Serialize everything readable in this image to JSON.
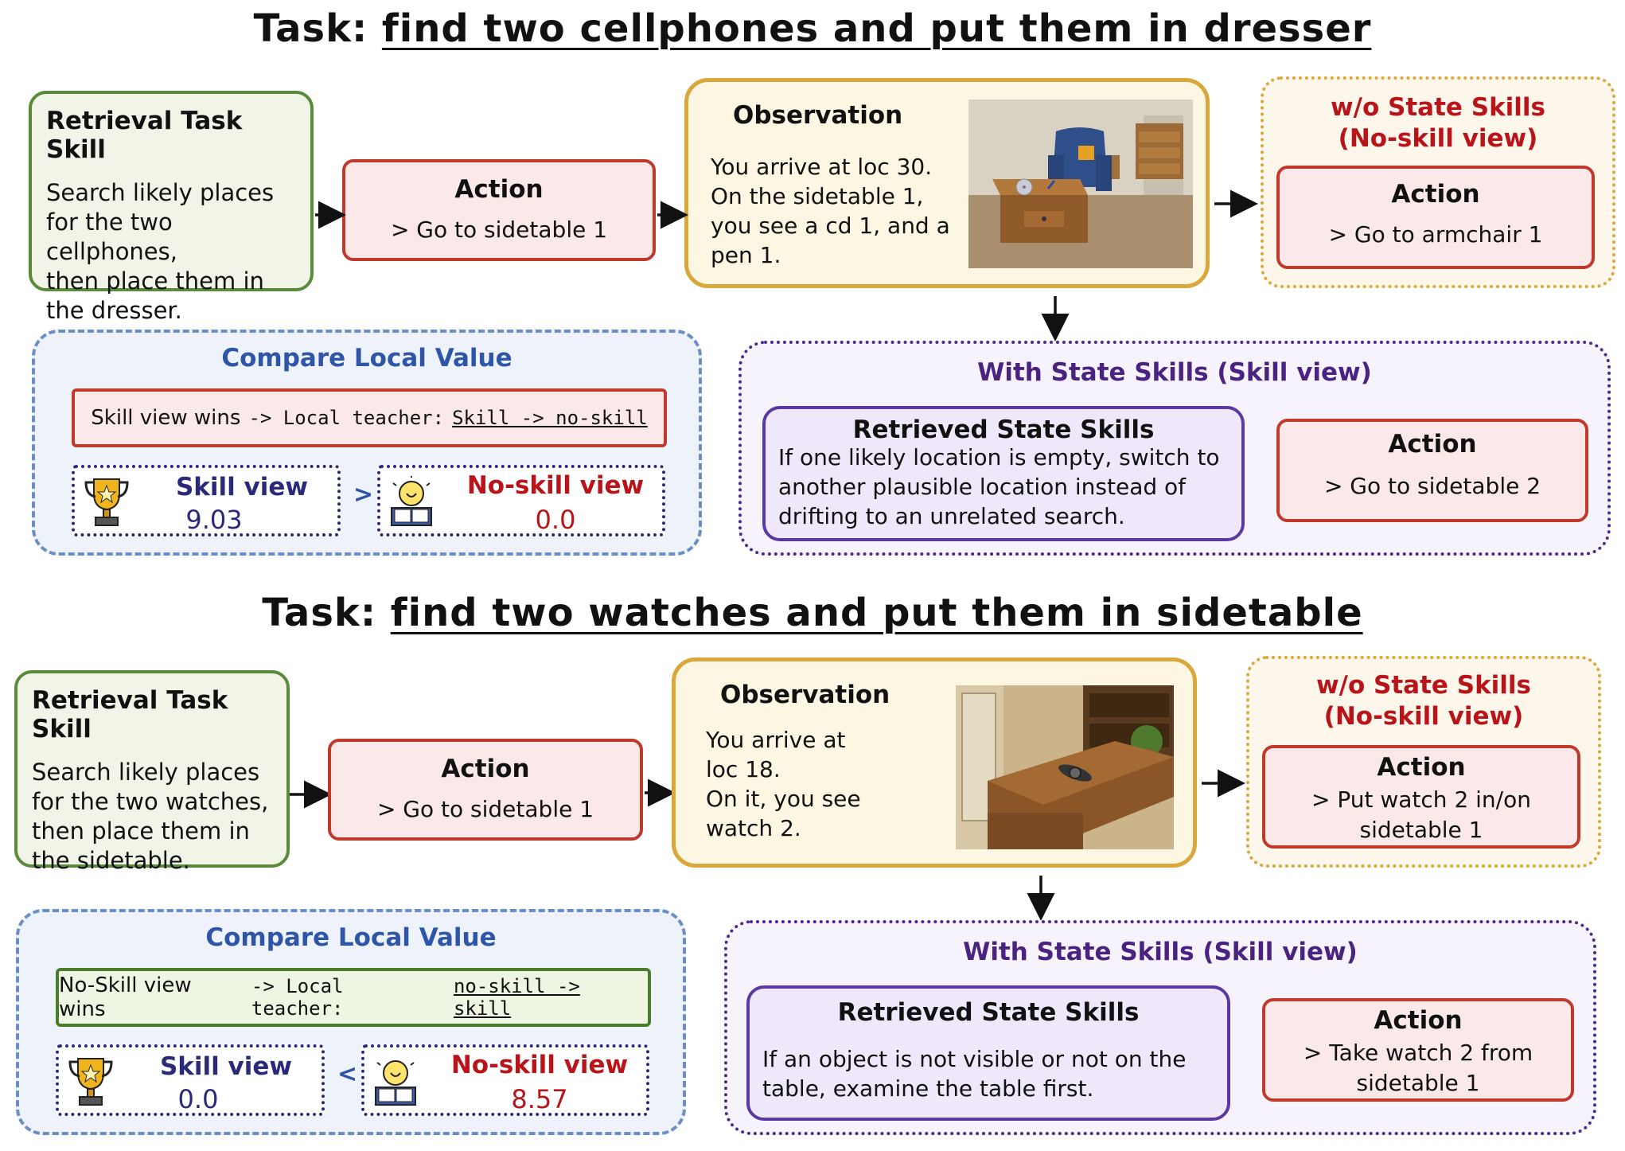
{
  "panels": [
    {
      "task_prefix": "Task:",
      "task_text": "find two cellphones and put them in dresser",
      "retrieval": {
        "title": "Retrieval Task Skill",
        "lines": [
          "Search likely places",
          "for the two cellphones,",
          "then place them in",
          "the dresser."
        ]
      },
      "action1": {
        "title": "Action",
        "value": "> Go to sidetable 1"
      },
      "observation": {
        "title": "Observation",
        "lines": [
          "You arrive at loc 30.",
          "On the sidetable 1,",
          "you see a cd 1, and a",
          "pen 1."
        ]
      },
      "wo": {
        "title_line1": "w/o State Skills",
        "title_line2": "(No-skill view)",
        "action_title": "Action",
        "action_lines": [
          "> Go to armchair 1"
        ]
      },
      "compare": {
        "title": "Compare Local Value",
        "wins_text": "Skill view wins",
        "arrow_text": "-> Local teacher:",
        "teacher_text": "Skill -> no-skill",
        "skill_label": "Skill view",
        "skill_value": "9.03",
        "sign": ">",
        "noskill_label": "No-skill view",
        "noskill_value": "0.0"
      },
      "with": {
        "title": "With State Skills (Skill view)",
        "state_title": "Retrieved State Skills",
        "state_lines": [
          "If one likely location is empty, switch to",
          "another plausible location instead of",
          "drifting to an unrelated search."
        ],
        "action_title": "Action",
        "action_lines": [
          "> Go to sidetable 2"
        ]
      }
    },
    {
      "task_prefix": "Task:",
      "task_text": "find two watches and put them in sidetable",
      "retrieval": {
        "title": "Retrieval Task Skill",
        "lines": [
          "Search likely places",
          "for the two watches,",
          "then place them in",
          "the sidetable."
        ]
      },
      "action1": {
        "title": "Action",
        "value": "> Go to sidetable 1"
      },
      "observation": {
        "title": "Observation",
        "lines": [
          "You arrive at",
          "loc 18.",
          "On it, you see",
          "watch 2."
        ]
      },
      "wo": {
        "title_line1": "w/o State Skills",
        "title_line2": "(No-skill view)",
        "action_title": "Action",
        "action_lines": [
          "> Put watch 2 in/on",
          "sidetable 1"
        ]
      },
      "compare": {
        "title": "Compare Local Value",
        "wins_text": "No-Skill view wins",
        "arrow_text": "-> Local teacher:",
        "teacher_text": "no-skill -> skill",
        "skill_label": "Skill view",
        "skill_value": "0.0",
        "sign": "<",
        "noskill_label": "No-skill view",
        "noskill_value": "8.57"
      },
      "with": {
        "title": "With State Skills (Skill view)",
        "state_title": "Retrieved State Skills",
        "state_lines": [
          "If an object is not visible or not on the",
          "table, examine the table first."
        ],
        "action_title": "Action",
        "action_lines": [
          "> Take watch 2 from",
          "sidetable 1"
        ]
      }
    }
  ]
}
